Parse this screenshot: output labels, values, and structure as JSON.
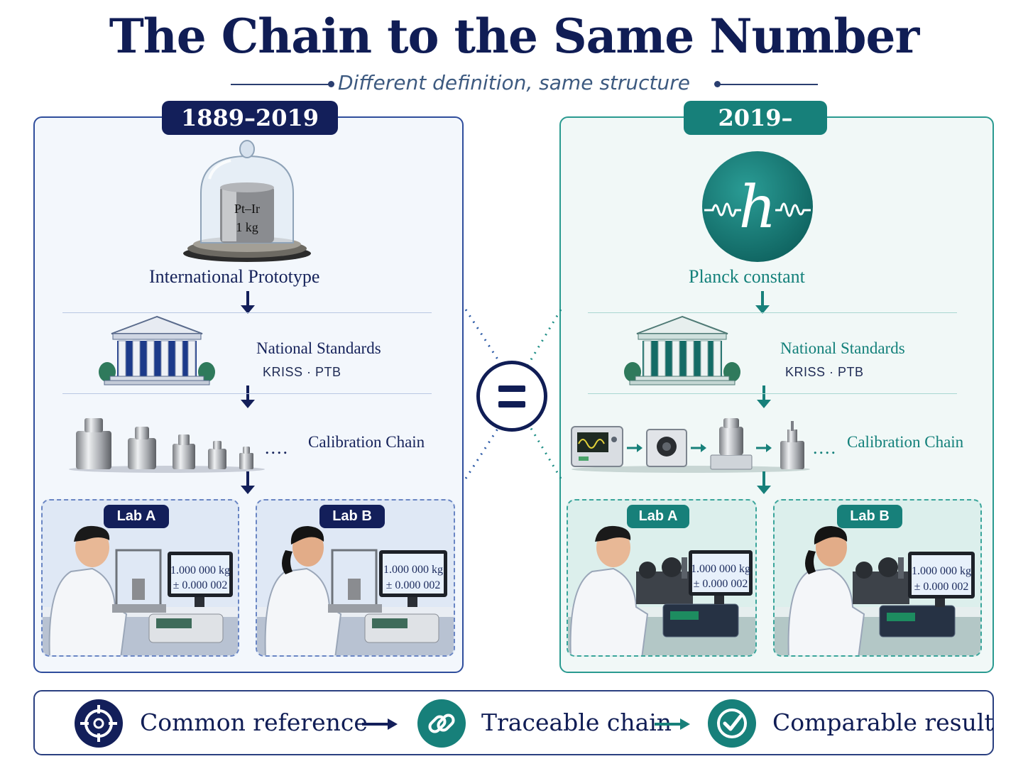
{
  "title": "The Chain to the Same Number",
  "subtitle": "Different definition, same structure",
  "colors": {
    "navy": "#131f5a",
    "teal": "#17807a",
    "left_border": "#2f4d9c",
    "right_border": "#2a9a90"
  },
  "left": {
    "era": "1889–2019",
    "artifact_text_line1": "Pt–Ir",
    "artifact_text_line2": "1 kg",
    "reference_label": "International Prototype",
    "standards_label": "National Standards",
    "standards_sub": "KRISS · PTB",
    "chain_label": "Calibration Chain",
    "chain_ellipsis": "....",
    "labs": [
      {
        "tag": "Lab A",
        "reading": "1.000 000 kg",
        "uncertainty": "± 0.000 002"
      },
      {
        "tag": "Lab B",
        "reading": "1.000 000 kg",
        "uncertainty": "± 0.000 002"
      }
    ]
  },
  "right": {
    "era": "2019–",
    "symbol": "h",
    "reference_label": "Planck constant",
    "standards_label": "National Standards",
    "standards_sub": "KRISS · PTB",
    "chain_label": "Calibration Chain",
    "chain_ellipsis": "....",
    "labs": [
      {
        "tag": "Lab A",
        "reading": "1.000 000 kg",
        "uncertainty": "± 0.000 002"
      },
      {
        "tag": "Lab B",
        "reading": "1.000 000 kg",
        "uncertainty": "± 0.000 002"
      }
    ]
  },
  "equals_icon": "equals-icon",
  "bottom": {
    "items": [
      {
        "label": "Common reference",
        "icon": "crosshair-icon"
      },
      {
        "label": "Traceable chain",
        "icon": "link-icon"
      },
      {
        "label": "Comparable result",
        "icon": "check-circle-icon"
      }
    ]
  }
}
